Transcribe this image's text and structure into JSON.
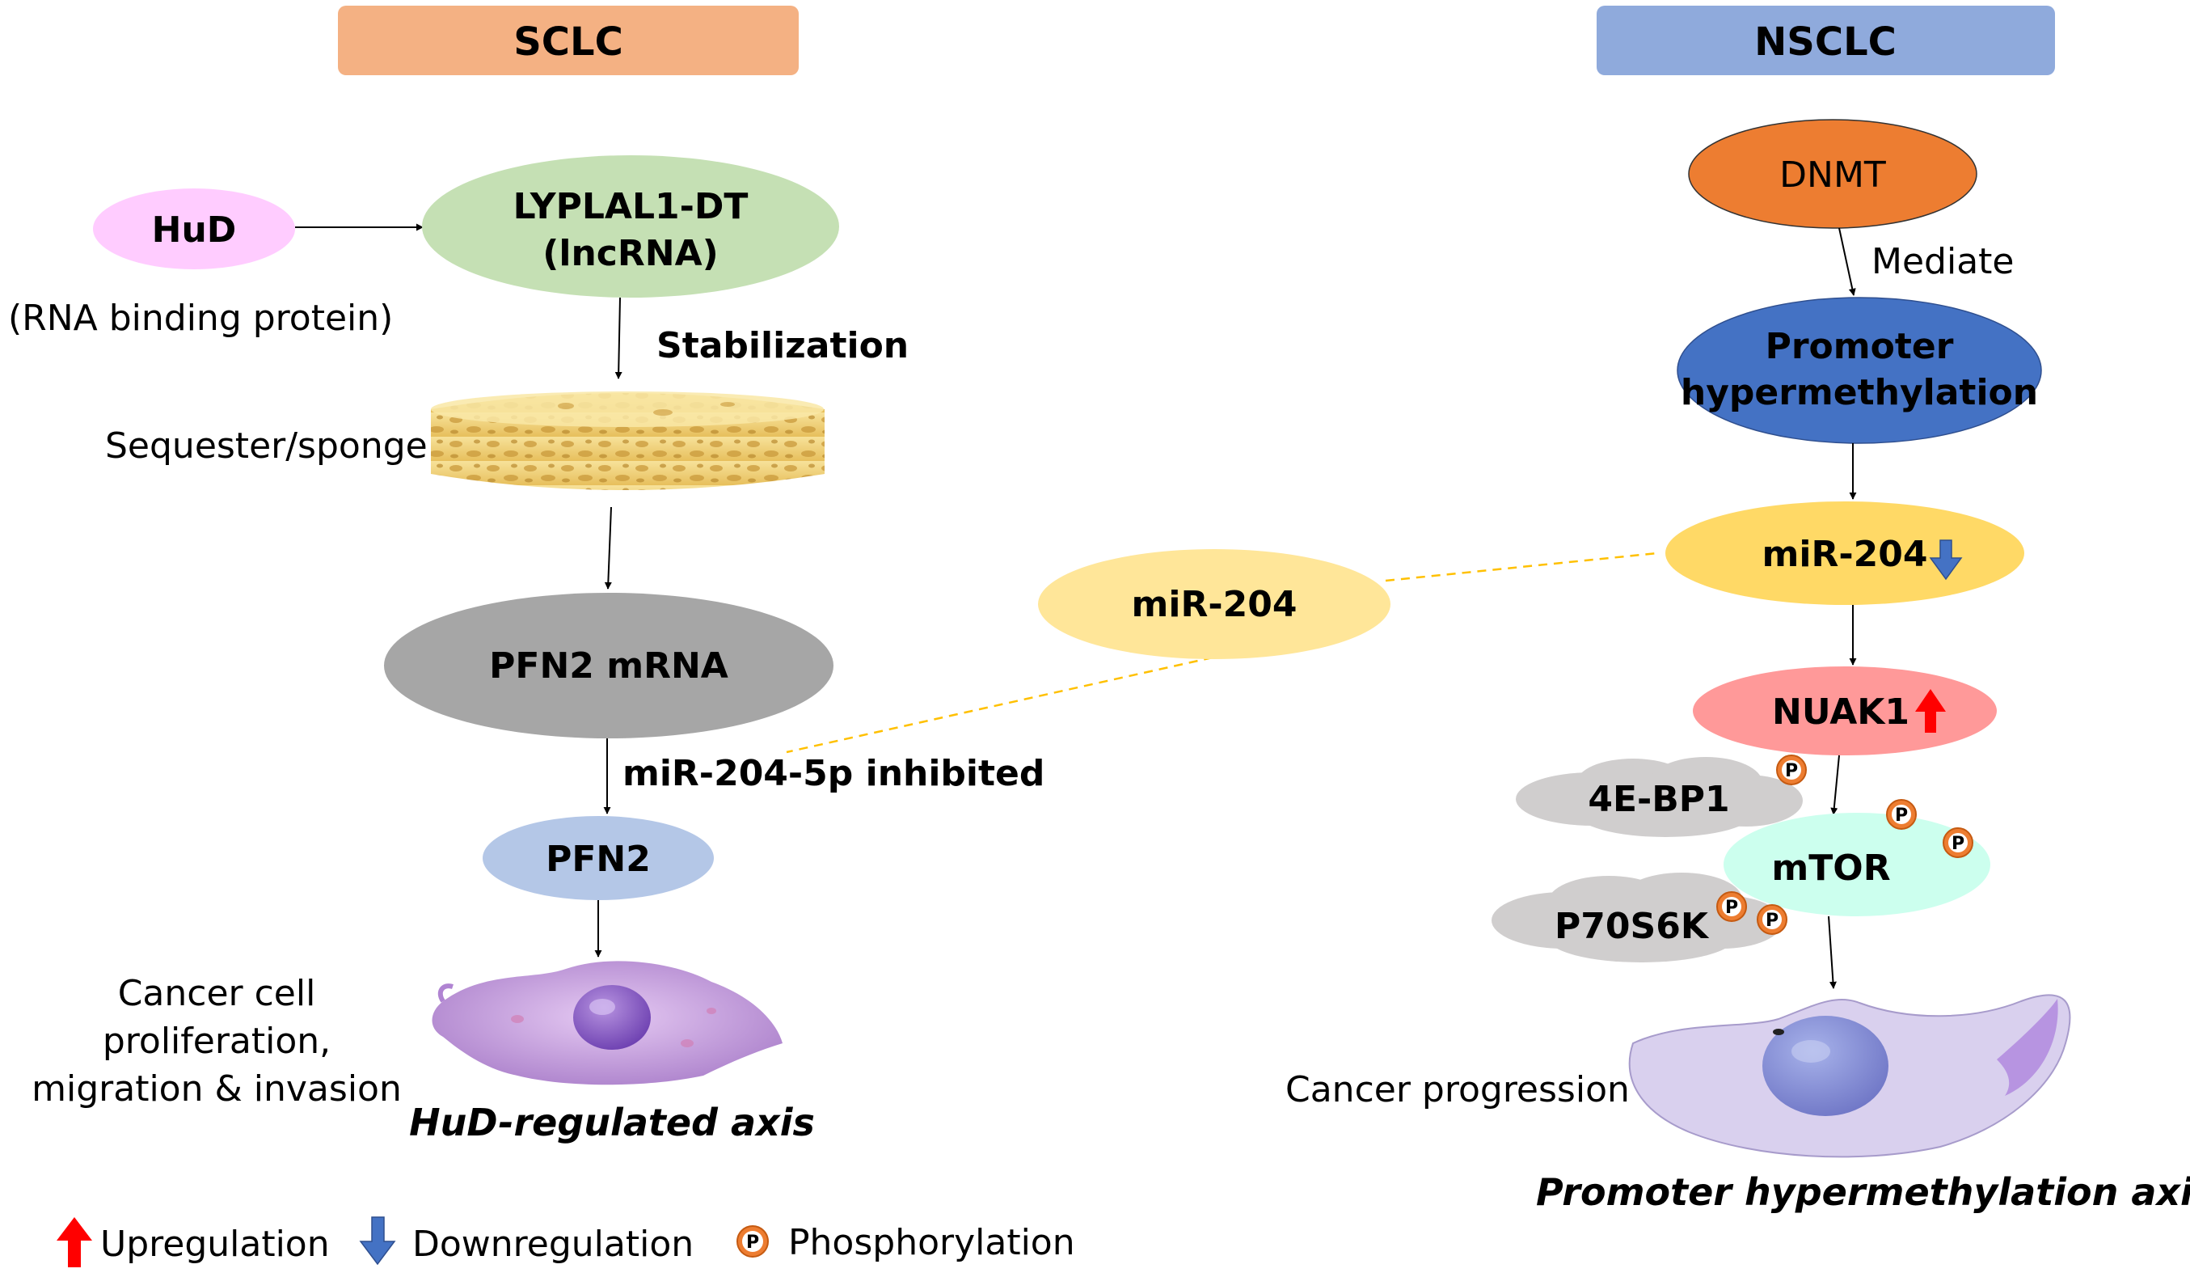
{
  "sclc": {
    "header": "SCLC",
    "hud": "HuD",
    "hud_caption": "(RNA binding protein)",
    "lncrna_line1": "LYPLAL1-DT",
    "lncrna_line2": "(lncRNA)",
    "stabilization": "Stabilization",
    "sponge_label": "Sequester/sponge",
    "pfn2_mrna": "PFN2 mRNA",
    "inhibited_label": "miR-204-5p inhibited",
    "pfn2": "PFN2",
    "outcome_line1": "Cancer cell",
    "outcome_line2": "proliferation,",
    "outcome_line3": "migration & invasion",
    "axis_title": "HuD-regulated axis"
  },
  "center": {
    "mir204": "miR-204"
  },
  "nsclc": {
    "header": "NSCLC",
    "dnmt": "DNMT",
    "mediate": "Mediate",
    "promoter_line1": "Promoter",
    "promoter_line2": "hypermethylation",
    "mir204": "miR-204",
    "nuak1": "NUAK1",
    "ebp1": "4E-BP1",
    "mtor": "mTOR",
    "p70s6k": "P70S6K",
    "phospho_symbol": "P",
    "outcome": "Cancer progression",
    "axis_title": "Promoter hypermethylation axis"
  },
  "legend": {
    "up": "Upregulation",
    "down": "Downregulation",
    "phospho": "Phosphorylation"
  },
  "colors": {
    "sclc_header": "#F4B183",
    "nsclc_header": "#8FAADC",
    "hud": "#FFCCFF",
    "lncrna": "#C5E0B4",
    "pfn2_mrna": "#A6A6A6",
    "pfn2": "#B4C7E7",
    "mir204": "#FFE699",
    "dnmt": "#ED7D31",
    "promoter": "#4472C4",
    "nuak1": "#FF9999",
    "mtor": "#CCFFEE",
    "cloud": "#D0CECE",
    "phospho": "#ED7D31",
    "up_arrow": "#FF0000",
    "down_arrow": "#4472C4",
    "dashed": "#FFC000"
  }
}
